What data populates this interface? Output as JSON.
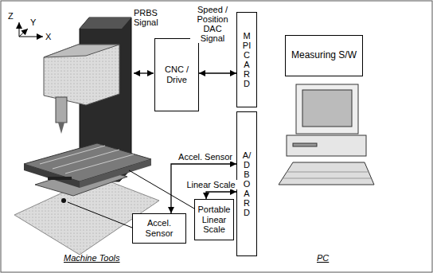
{
  "diagram": {
    "nodes": [
      {
        "text": [
          "CNC / Drive"
        ]
      },
      {
        "text": [
          "MPI CARD"
        ]
      },
      {
        "text": [
          "A/D BOARD"
        ]
      },
      {
        "text": [
          "Measuring S/W"
        ]
      },
      {
        "text": [
          "Accel. Sensor"
        ]
      },
      {
        "text": [
          "Portable Linear Scale"
        ]
      }
    ],
    "edges": [
      {
        "from": 0,
        "to": 1,
        "arrow": "both",
        "label": "Speed / Position DAC Signal"
      },
      {
        "from": 4,
        "to": 2,
        "arrow": "both",
        "label": "Accel. Sensor"
      },
      {
        "from": 5,
        "to": 2,
        "arrow": "both",
        "label": "Linear Scale"
      }
    ],
    "labels": [
      "Z",
      "Y",
      "X",
      "PRBS Signal",
      "Machine Tools",
      "PC"
    ]
  }
}
